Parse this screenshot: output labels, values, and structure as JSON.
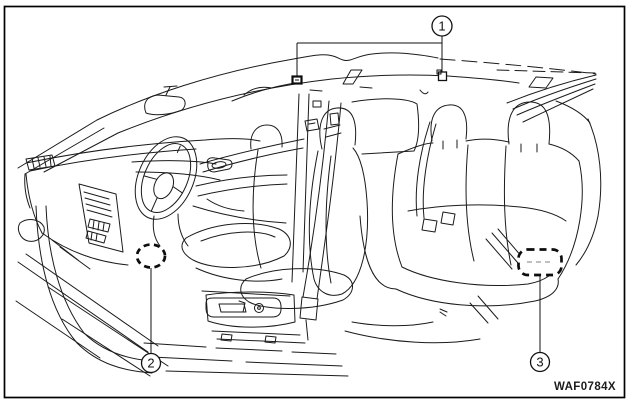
{
  "figure": {
    "code": "WAF0784X",
    "colors": {
      "line": "#1b1b1b",
      "background": "#ffffff",
      "frame": "#000000"
    },
    "callouts": [
      {
        "number": "1"
      },
      {
        "number": "2"
      },
      {
        "number": "3"
      }
    ]
  }
}
